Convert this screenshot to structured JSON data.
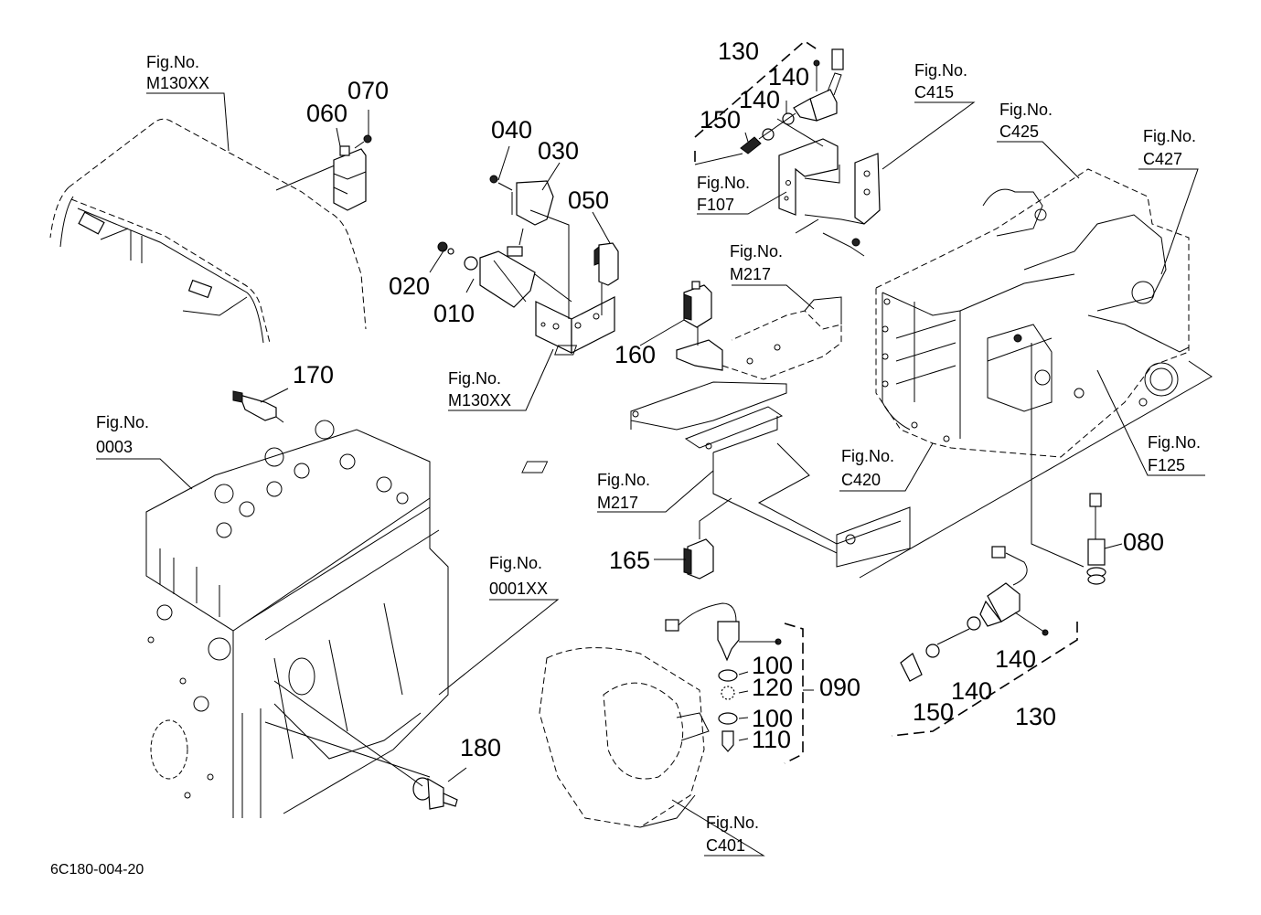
{
  "diagram": {
    "type": "exploded parts diagram",
    "drawing_code": "6C180-004-20",
    "part_callouts": [
      {
        "id": "part-010",
        "label": "010"
      },
      {
        "id": "part-020",
        "label": "020"
      },
      {
        "id": "part-030",
        "label": "030"
      },
      {
        "id": "part-040",
        "label": "040"
      },
      {
        "id": "part-050",
        "label": "050"
      },
      {
        "id": "part-060",
        "label": "060"
      },
      {
        "id": "part-070",
        "label": "070"
      },
      {
        "id": "part-080",
        "label": "080"
      },
      {
        "id": "part-090",
        "label": "090"
      },
      {
        "id": "part-100a",
        "label": "100"
      },
      {
        "id": "part-120",
        "label": "120"
      },
      {
        "id": "part-100b",
        "label": "100"
      },
      {
        "id": "part-110",
        "label": "110"
      },
      {
        "id": "part-130-top",
        "label": "130"
      },
      {
        "id": "part-140-top-a",
        "label": "140"
      },
      {
        "id": "part-140-top-b",
        "label": "140"
      },
      {
        "id": "part-150-top",
        "label": "150"
      },
      {
        "id": "part-130-bottom",
        "label": "130"
      },
      {
        "id": "part-140-bottom-a",
        "label": "140"
      },
      {
        "id": "part-140-bottom-b",
        "label": "140"
      },
      {
        "id": "part-150-bottom",
        "label": "150"
      },
      {
        "id": "part-160",
        "label": "160"
      },
      {
        "id": "part-165",
        "label": "165"
      },
      {
        "id": "part-170",
        "label": "170"
      },
      {
        "id": "part-180",
        "label": "180"
      }
    ],
    "figure_refs": [
      {
        "id": "fig-m130xx-top",
        "prefix": "Fig.No.",
        "code": "M130XX"
      },
      {
        "id": "fig-m130xx-mid",
        "prefix": "Fig.No.",
        "code": "M130XX"
      },
      {
        "id": "fig-c415",
        "prefix": "Fig.No.",
        "code": "C415"
      },
      {
        "id": "fig-f107",
        "prefix": "Fig.No.",
        "code": "F107"
      },
      {
        "id": "fig-c425",
        "prefix": "Fig.No.",
        "code": "C425"
      },
      {
        "id": "fig-c427",
        "prefix": "Fig.No.",
        "code": "C427"
      },
      {
        "id": "fig-m217-top",
        "prefix": "Fig.No.",
        "code": "M217"
      },
      {
        "id": "fig-m217-bottom",
        "prefix": "Fig.No.",
        "code": "M217"
      },
      {
        "id": "fig-c420",
        "prefix": "Fig.No.",
        "code": "C420"
      },
      {
        "id": "fig-f125",
        "prefix": "Fig.No.",
        "code": "F125"
      },
      {
        "id": "fig-0003",
        "prefix": "Fig.No.",
        "code": "0003"
      },
      {
        "id": "fig-0001xx",
        "prefix": "Fig.No.",
        "code": "0001XX"
      },
      {
        "id": "fig-c401",
        "prefix": "Fig.No.",
        "code": "C401"
      }
    ]
  }
}
